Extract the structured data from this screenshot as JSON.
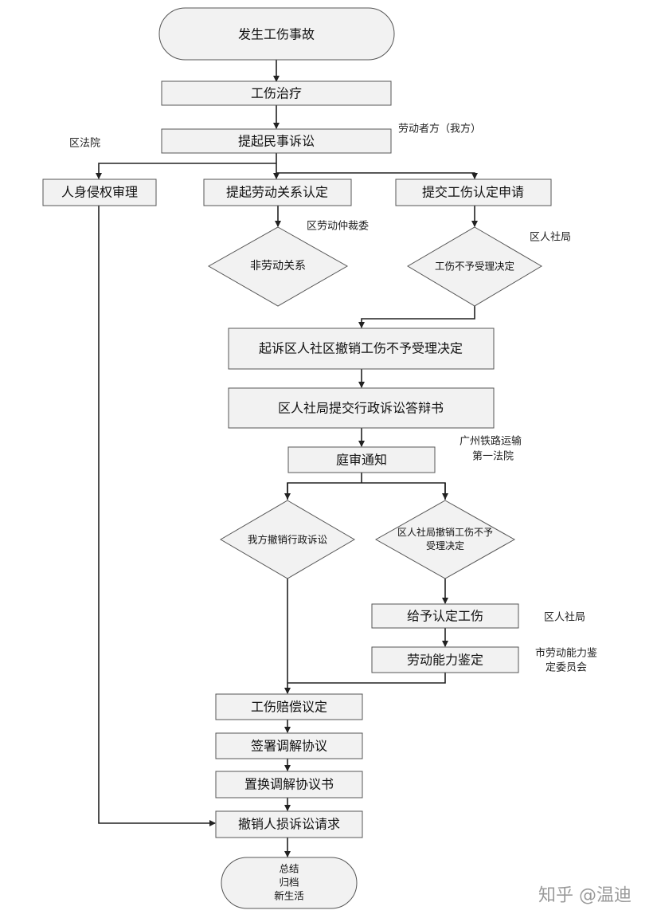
{
  "nodes": {
    "start": "发生工伤事故",
    "treatment": "工伤治疗",
    "civil_suit": "提起民事诉讼",
    "personal_injury": "人身侵权审理",
    "labor_relation": "提起劳动关系认定",
    "injury_application": "提交工伤认定申请",
    "non_labor": "非劳动关系",
    "not_accepted": "工伤不予受理决定",
    "sue_bureau": "起诉区人社区撤销工伤不予受理决定",
    "defense": "区人社局提交行政诉讼答辩书",
    "hearing": "庭审通知",
    "withdraw_suit": "我方撤销行政诉讼",
    "bureau_revoke_l1": "区人社局撤销工伤不予",
    "bureau_revoke_l2": "受理决定",
    "recognized": "给予认定工伤",
    "ability": "劳动能力鉴定",
    "compensation": "工伤赔偿议定",
    "sign": "签署调解协议",
    "exchange": "置换调解协议书",
    "withdraw_injury": "撤销人损诉讼请求",
    "end_l1": "总结",
    "end_l2": "归档",
    "end_l3": "新生活"
  },
  "labels": {
    "district_court": "区法院",
    "worker_side": "劳动者方（我方）",
    "arbitration": "区劳动仲裁委",
    "bureau1": "区人社局",
    "railway_l1": "广州铁路运输",
    "railway_l2": "第一法院",
    "bureau2": "区人社局",
    "committee_l1": "市劳动能力鉴",
    "committee_l2": "定委员会"
  },
  "watermark": "知乎 @温迪"
}
